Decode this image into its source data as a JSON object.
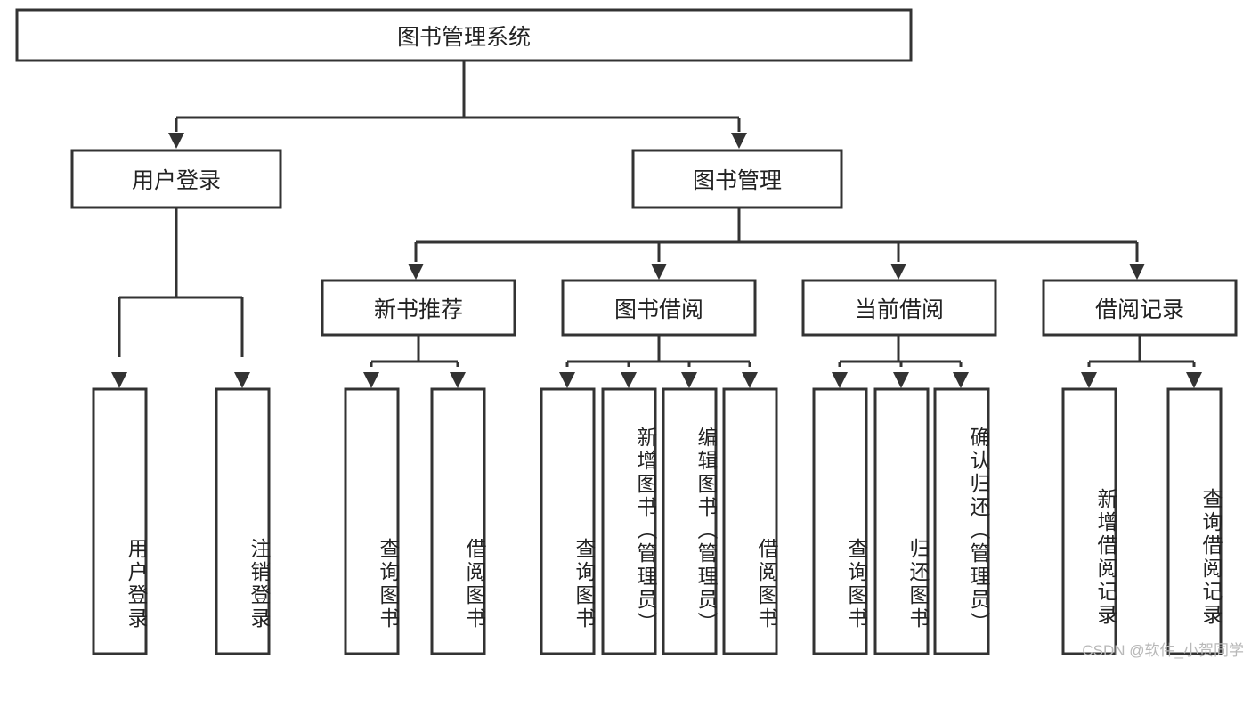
{
  "diagram": {
    "type": "tree",
    "title": "图书管理系统",
    "watermark": "CSDN @软件_小贺同学",
    "colors": {
      "box_stroke": "#333333",
      "box_fill": "#ffffff",
      "text": "#222222",
      "watermark": "#b8b8b8"
    },
    "levels": {
      "root": {
        "label": "图书管理系统"
      },
      "level2": [
        {
          "label": "用户登录"
        },
        {
          "label": "图书管理"
        }
      ],
      "level3": [
        {
          "label": "新书推荐"
        },
        {
          "label": "图书借阅"
        },
        {
          "label": "当前借阅"
        },
        {
          "label": "借阅记录"
        }
      ],
      "leaves": {
        "user_login": [
          {
            "label": "用户登录"
          },
          {
            "label": "注销登录"
          }
        ],
        "new_book_recommend": [
          {
            "label": "查询图书"
          },
          {
            "label": "借阅图书"
          }
        ],
        "book_borrow": [
          {
            "label": "查询图书"
          },
          {
            "label": "新增图书（管理员）"
          },
          {
            "label": "编辑图书（管理员）"
          },
          {
            "label": "借阅图书"
          }
        ],
        "current_borrow": [
          {
            "label": "查询图书"
          },
          {
            "label": "归还图书"
          },
          {
            "label": "确认归还（管理员）"
          }
        ],
        "borrow_record": [
          {
            "label": "新增借阅记录"
          },
          {
            "label": "查询借阅记录"
          }
        ]
      }
    }
  }
}
